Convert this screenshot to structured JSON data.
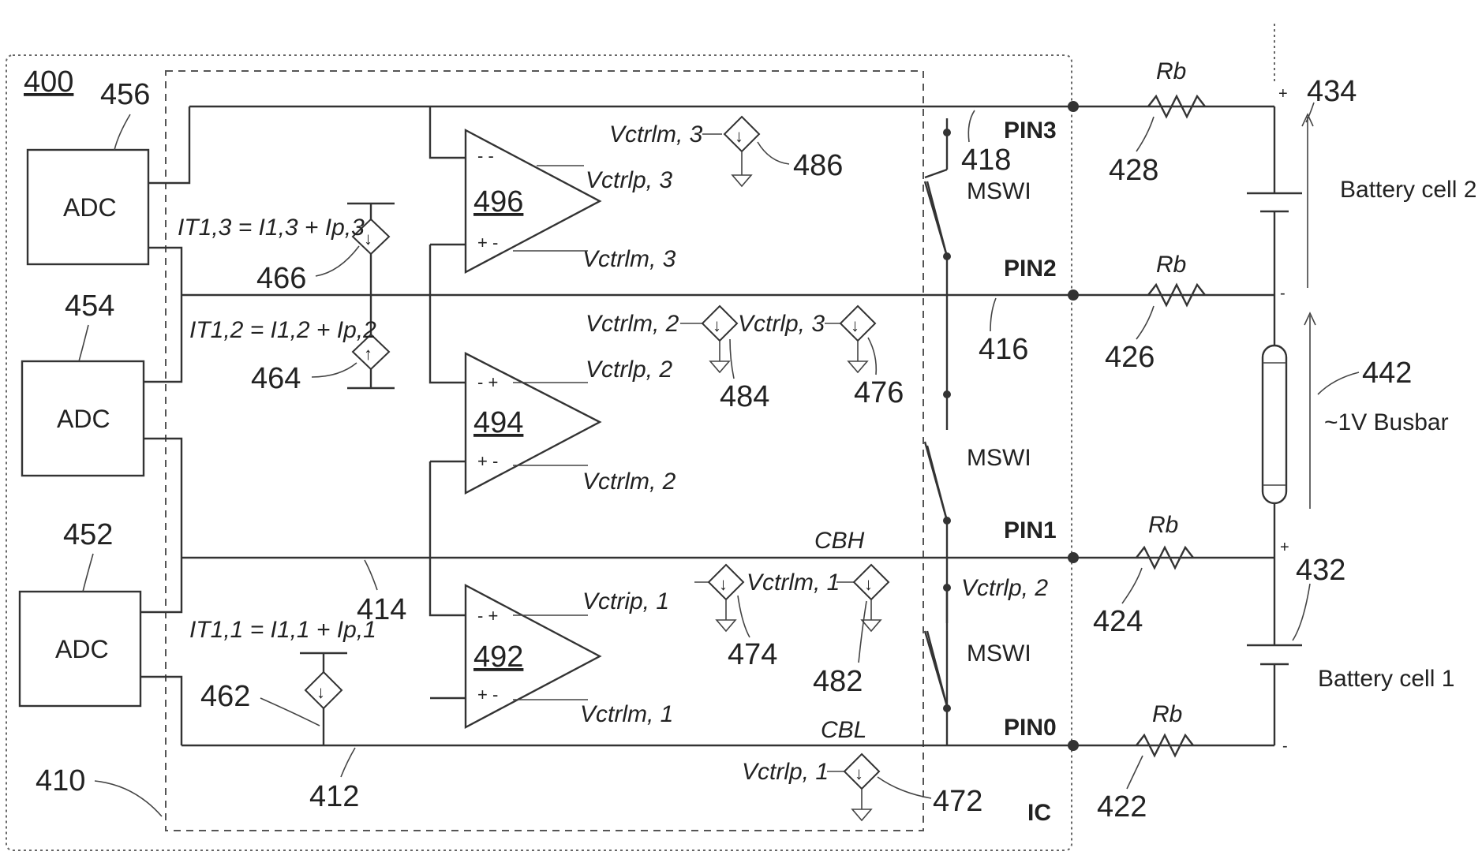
{
  "figure": {
    "ref": "400",
    "boundary_ref": "410",
    "ic_label": "IC"
  },
  "adc": [
    {
      "ref": "456",
      "label": "ADC"
    },
    {
      "ref": "454",
      "label": "ADC"
    },
    {
      "ref": "452",
      "label": "ADC"
    }
  ],
  "amplifiers": [
    {
      "ref": "496",
      "trip": "Vctrlp, 3",
      "lim": "Vctrlm, 3"
    },
    {
      "ref": "494",
      "trip": "Vctrlp, 2",
      "lim": "Vctrlm, 2"
    },
    {
      "ref": "492",
      "trip": "Vctrip, 1",
      "lim": "Vctrlm, 1"
    }
  ],
  "tap_currents": [
    {
      "ref": "466",
      "equation": "IT1,3 = I1,3 + Ip,3"
    },
    {
      "ref": "464",
      "equation": "IT1,2 = I1,2 + Ip,2"
    },
    {
      "ref": "462",
      "equation": "IT1,1 = I1,1 + Ip,1"
    }
  ],
  "sources": [
    {
      "ref": "486",
      "label": "Vctrlm, 3"
    },
    {
      "ref": "484",
      "label": "Vctrlm, 2"
    },
    {
      "ref": "476",
      "label": "Vctrlp, 3"
    },
    {
      "ref": "474",
      "label": ""
    },
    {
      "ref": "482",
      "label": "Vctrlm, 1"
    },
    {
      "ref": "472",
      "label": "Vctrlp, 1"
    }
  ],
  "lines": {
    "l418": "418",
    "l416": "416",
    "l414": "414",
    "l412": "412",
    "cbh": "CBH",
    "cbl": "CBL"
  },
  "switches": {
    "label": "MSWI",
    "tap_label": "Vctrlp, 2"
  },
  "pins": [
    "PIN3",
    "PIN2",
    "PIN1",
    "PIN0"
  ],
  "resistors": [
    {
      "ref": "428",
      "label": "Rb"
    },
    {
      "ref": "426",
      "label": "Rb"
    },
    {
      "ref": "424",
      "label": "Rb"
    },
    {
      "ref": "422",
      "label": "Rb"
    }
  ],
  "cells": [
    {
      "ref": "434",
      "label": "Battery cell 2"
    },
    {
      "ref": "432",
      "label": "Battery cell 1"
    }
  ],
  "busbar": {
    "ref": "442",
    "label": "~1V Busbar"
  }
}
